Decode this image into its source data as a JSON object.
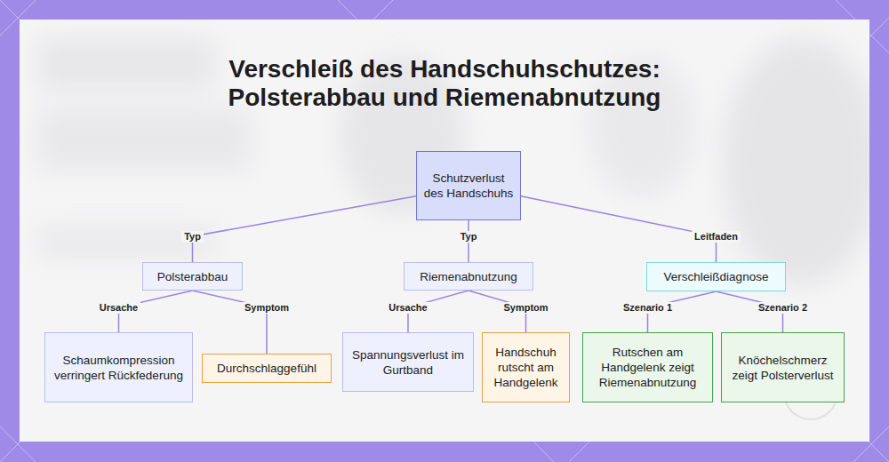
{
  "diagram": {
    "title": "Verschleiß des Handschuhschutzes: Polsterabbau und Riemenabnutzung",
    "nodes": [
      {
        "text": [
          "Schutzverlust des Handschuhs"
        ]
      },
      {
        "text": [
          "Polsterabbau"
        ]
      },
      {
        "text": [
          "Riemenabnutzung"
        ]
      },
      {
        "text": [
          "Verschleißdiagnose"
        ]
      },
      {
        "text": [
          "Schaumkompression verringert Rückfederung"
        ]
      },
      {
        "text": [
          "Durchschlaggefühl"
        ]
      },
      {
        "text": [
          "Spannungsverlust im Gurtband"
        ]
      },
      {
        "text": [
          "Handschuh rutscht am Handgelenk"
        ]
      },
      {
        "text": [
          "Rutschen am Handgelenk zeigt Riemenabnutzung"
        ]
      },
      {
        "text": [
          "Knöchelschmerz zeigt Polsterverlust"
        ]
      }
    ],
    "edges": [
      {
        "from": 0,
        "to": 1,
        "label": "Typ",
        "arrow": "none"
      },
      {
        "from": 0,
        "to": 2,
        "label": "Typ",
        "arrow": "none"
      },
      {
        "from": 0,
        "to": 3,
        "label": "Leitfaden",
        "arrow": "none"
      },
      {
        "from": 1,
        "to": 4,
        "label": "Ursache",
        "arrow": "none"
      },
      {
        "from": 1,
        "to": 5,
        "label": "Symptom",
        "arrow": "none"
      },
      {
        "from": 2,
        "to": 6,
        "label": "Ursache",
        "arrow": "none"
      },
      {
        "from": 2,
        "to": 7,
        "label": "Symptom",
        "arrow": "none"
      },
      {
        "from": 3,
        "to": 8,
        "label": "Szenario 1",
        "arrow": "none"
      },
      {
        "from": 3,
        "to": 9,
        "label": "Szenario 2",
        "arrow": "none"
      }
    ]
  }
}
